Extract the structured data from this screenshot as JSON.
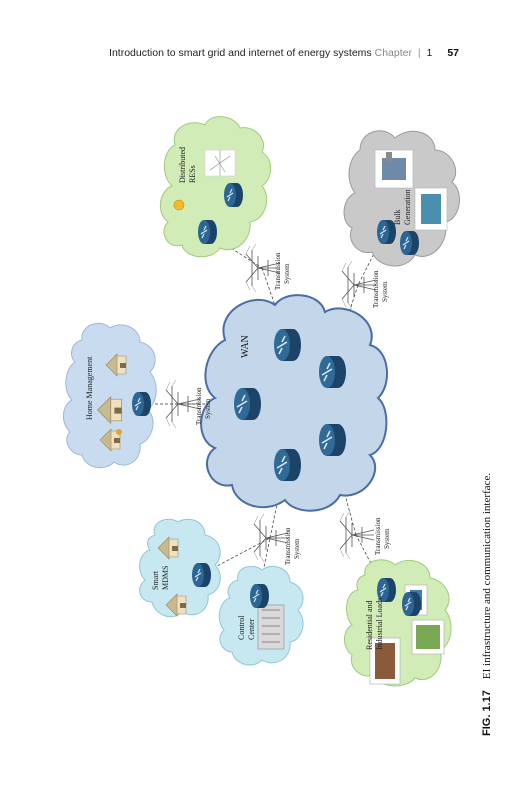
{
  "header": {
    "title": "Introduction to smart grid and internet of energy systems",
    "chapter_label": "Chapter",
    "separator": "|",
    "chapter_number": "1",
    "page_number": "57"
  },
  "figure": {
    "caption_label": "FIG. 1.17",
    "caption_text": "EI infrastructure and communication interface.",
    "wan_label": "WAN",
    "clouds": {
      "top_left": [
        "Distributed",
        "RESs"
      ],
      "top_right": [
        "Bulk",
        "Generation"
      ],
      "left": [
        "Home Management"
      ],
      "bottom_left_smart": [
        "Smart",
        "MDMS"
      ],
      "bottom_left_control": [
        "Control",
        "Center"
      ],
      "bottom_right": [
        "Residential and",
        "Industrial Loads"
      ]
    },
    "transmission": [
      "Transmission",
      "System"
    ],
    "colors": {
      "wan_fill": "#c4d6ea",
      "wan_stroke": "#4a6ea3",
      "green_fill": "#d2ecb7",
      "green_stroke": "#9fcb7c",
      "gray_fill": "#c9c9c9",
      "gray_stroke": "#9b9b9b",
      "blue_fill": "#c9dbef",
      "blue_stroke": "#9fb8d8",
      "cyan_fill": "#c7e8f0",
      "cyan_stroke": "#91c6d6",
      "router": "#25557f"
    }
  }
}
